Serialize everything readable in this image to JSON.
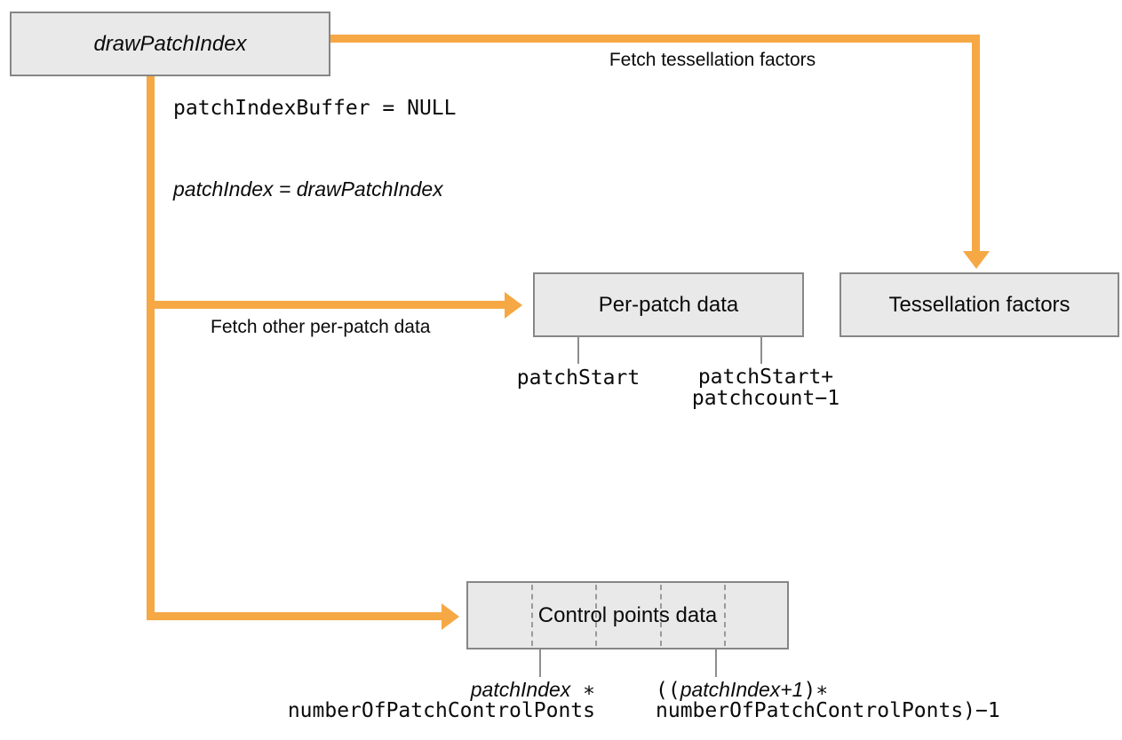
{
  "boxes": {
    "draw_patch_index": "drawPatchIndex",
    "per_patch_data": "Per-patch data",
    "tessellation_factors": "Tessellation factors",
    "control_points_data": "Control points data"
  },
  "arrow_labels": {
    "fetch_tessellation": "Fetch tessellation factors",
    "fetch_per_patch": "Fetch other per-patch data"
  },
  "annotations": {
    "index_buffer_null": "patchIndexBuffer = NULL",
    "index_assignment": "patchIndex = drawPatchIndex",
    "per_patch_start": "patchStart",
    "per_patch_end_line1": "patchStart+",
    "per_patch_end_line2": "patchcount−1",
    "control_start_var": "patchIndex",
    "control_start_op": " ∗",
    "control_start_line2": "numberOfPatchControlPonts",
    "control_end_prefix": "((",
    "control_end_var": "patchIndex+1",
    "control_end_suffix": ")∗",
    "control_end_line2": "numberOfPatchControlPonts)−1"
  },
  "colors": {
    "arrow": "#F5A843",
    "box_fill": "#E9E9E9",
    "box_border": "#868686",
    "leader": "#8E8E8E",
    "text": "#0A0A0A"
  }
}
